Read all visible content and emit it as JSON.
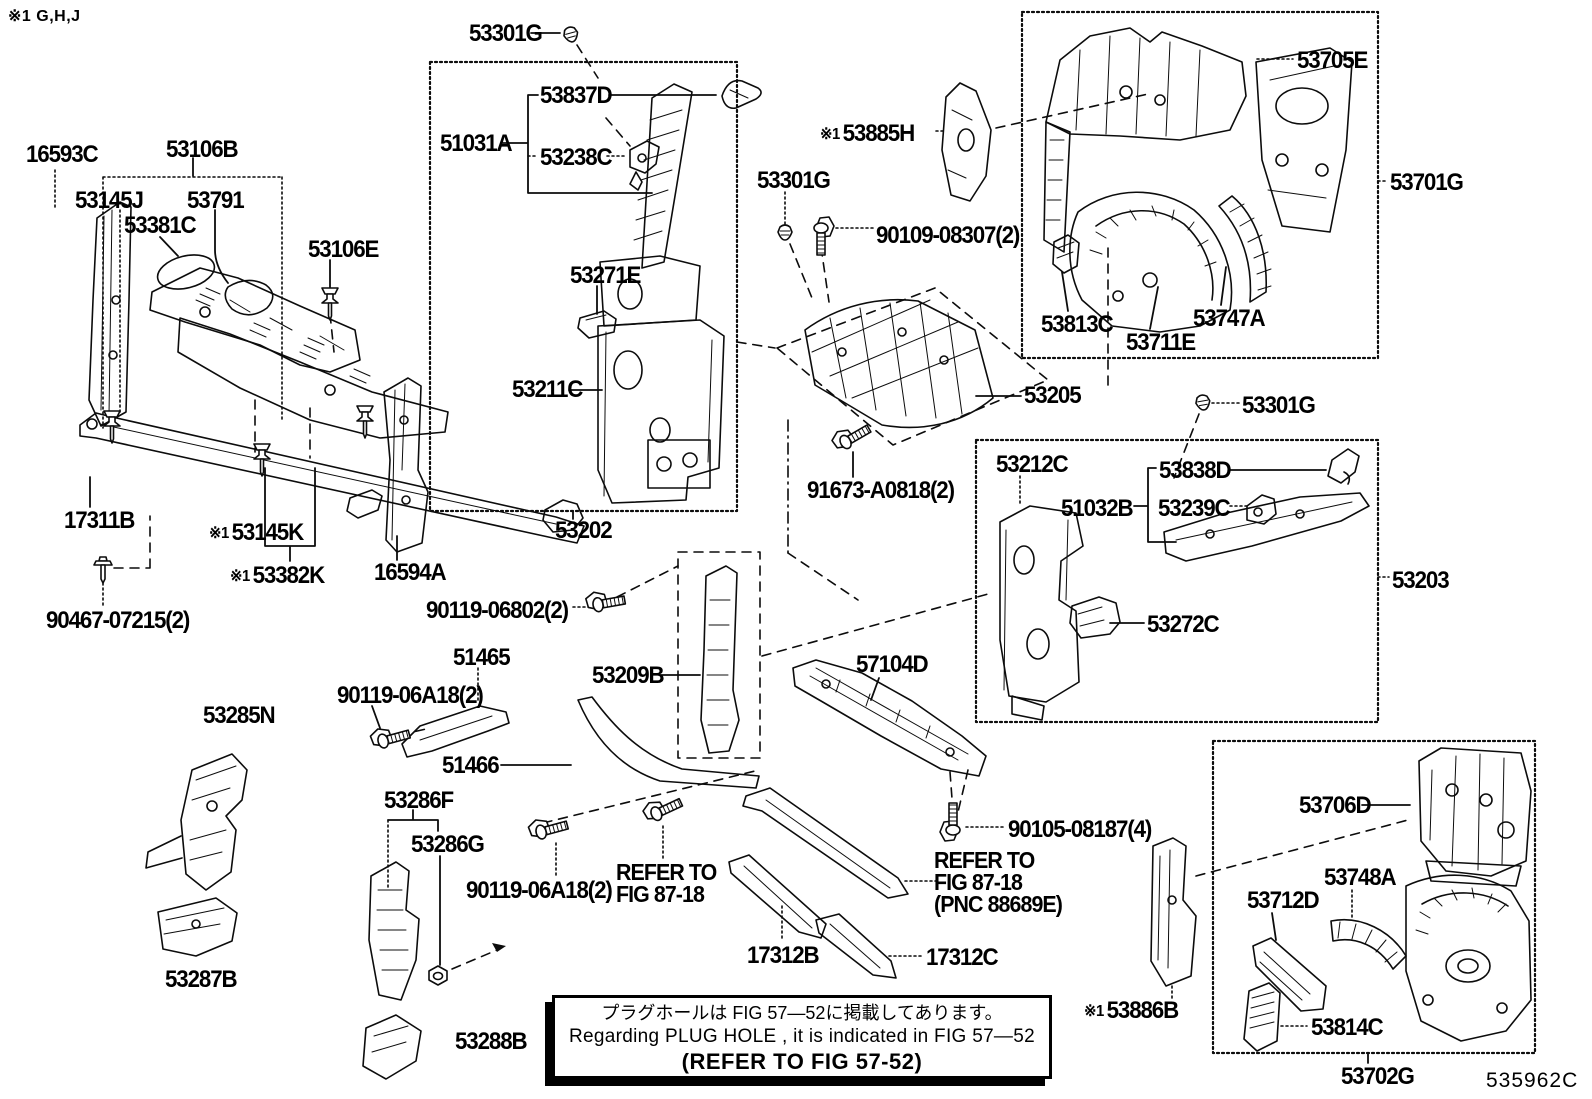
{
  "page": {
    "corner_note": "※1 G,H,J",
    "doc_code": "535962C"
  },
  "ref_marker": "※1",
  "labels": {
    "p16593c": "16593C",
    "p53106b": "53106B",
    "p53145j": "53145J",
    "p53791": "53791",
    "p53381c": "53381C",
    "p53106e": "53106E",
    "p53301g": "53301G",
    "p53837d": "53837D",
    "p51031a": "51031A",
    "p53238c": "53238C",
    "p53271e": "53271E",
    "p53211c": "53211C",
    "p53202": "53202",
    "p53885h": "53885H",
    "p90109_08307": "90109-08307(2)",
    "p53705e": "53705E",
    "p53701g": "53701G",
    "p53813c": "53813C",
    "p53711e": "53711E",
    "p53747a": "53747A",
    "p53205": "53205",
    "p53212c": "53212C",
    "p53838d": "53838D",
    "p51032b": "51032B",
    "p53239c": "53239C",
    "p53272c": "53272C",
    "p53203": "53203",
    "p91673_a0818": "91673-A0818(2)",
    "p17311b": "17311B",
    "p90467_07215": "90467-07215(2)",
    "p53145k": "53145K",
    "p53382k": "53382K",
    "p16594a": "16594A",
    "p90119_06802": "90119-06802(2)",
    "p51465": "51465",
    "p90119_06a18": "90119-06A18(2)",
    "p53209b": "53209B",
    "p51466": "51466",
    "p53286f": "53286F",
    "p53286g": "53286G",
    "p57104d": "57104D",
    "p53285n": "53285N",
    "p53287b": "53287B",
    "p53288b": "53288B",
    "p90105_08187": "90105-08187(4)",
    "p17312b": "17312B",
    "p17312c": "17312C",
    "p53706d": "53706D",
    "p53748a": "53748A",
    "p53712d": "53712D",
    "p53886b": "53886B",
    "p53814c": "53814C",
    "p53702g": "53702G"
  },
  "callouts": {
    "refer_fig": [
      "REFER TO",
      "FIG 87-18"
    ],
    "refer_fig_pnc": [
      "REFER TO",
      "FIG 87-18",
      "(PNC 88689E)"
    ]
  },
  "note_box": {
    "line1_jp": "プラグホールは FIG 57—52に掲載してあります。",
    "line2_en": "Regarding  PLUG  HOLE , it is indicated in  FIG  57—52",
    "line3_ref": "(REFER TO FIG 57-52)"
  }
}
